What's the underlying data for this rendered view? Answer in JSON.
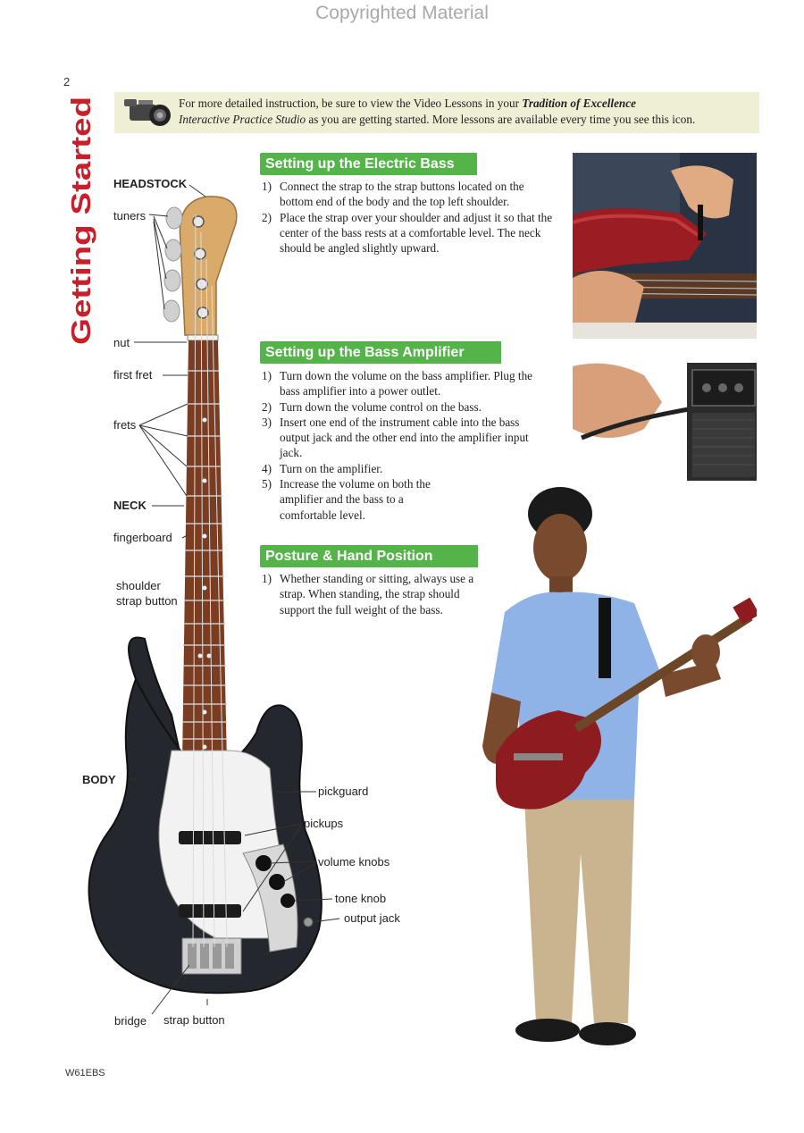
{
  "watermark": "Copyrighted Material",
  "page_number": "2",
  "section_title": "Getting Started",
  "banner": {
    "text_before": "For more detailed instruction, be sure to view the Video Lessons in your ",
    "emphasis": "Tradition of Excellence",
    "line2_italic": "Interactive Practice Studio",
    "line2_rest": " as you are getting started. More lessons are available every time you see this icon."
  },
  "sections": [
    {
      "heading": "Setting up the Electric Bass",
      "steps": [
        {
          "num": "1)",
          "text": "Connect the strap to the strap buttons located on the bottom end of the body and the top left shoulder."
        },
        {
          "num": "2)",
          "text": "Place the strap over your shoulder and adjust it so that the center of the bass rests at a comfortable level. The neck should be angled slightly upward."
        }
      ]
    },
    {
      "heading": "Setting up the Bass Amplifier",
      "steps": [
        {
          "num": "1)",
          "text": "Turn down the volume on the bass amplifier. Plug the bass amplifier into a power outlet."
        },
        {
          "num": "2)",
          "text": "Turn down the volume control on the bass."
        },
        {
          "num": "3)",
          "text": "Insert one end of the instrument cable into the bass output jack and the other end into the amplifier input jack."
        },
        {
          "num": "4)",
          "text": "Turn on the amplifier."
        },
        {
          "num": "5)",
          "text": "Increase the volume on both the amplifier and the bass to a comfortable level."
        }
      ]
    },
    {
      "heading": "Posture & Hand Position",
      "steps": [
        {
          "num": "1)",
          "text": "Whether standing or sitting, always use a strap. When standing, the strap should support the full weight of the bass."
        }
      ]
    }
  ],
  "bass_labels": {
    "headstock": "HEADSTOCK",
    "tuners": "tuners",
    "nut": "nut",
    "first_fret": "first fret",
    "frets": "frets",
    "neck": "NECK",
    "fingerboard": "fingerboard",
    "shoulder_line1": "shoulder",
    "shoulder_line2": "strap button",
    "body": "BODY",
    "pickguard": "pickguard",
    "pickups": "pickups",
    "volume_knobs": "volume knobs",
    "tone_knob": "tone knob",
    "output_jack": "output jack",
    "bridge": "bridge",
    "strap_button": "strap button"
  },
  "footer_code": "W61EBS",
  "colors": {
    "section_green": "#54b44a",
    "title_red": "#c8202a",
    "banner_bg": "#efefd6"
  }
}
